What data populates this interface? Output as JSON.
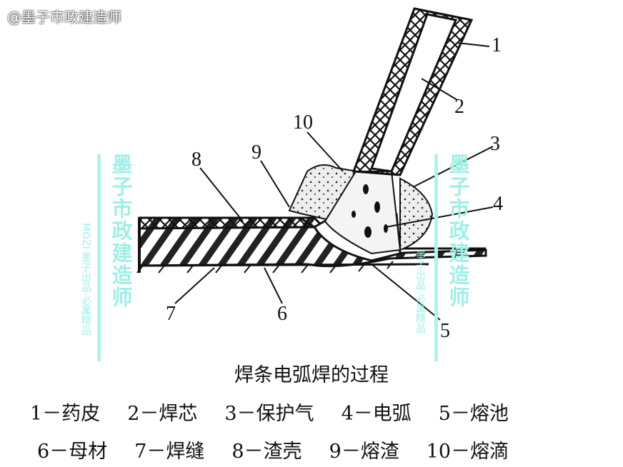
{
  "diagram": {
    "labels": [
      "1",
      "2",
      "3",
      "4",
      "5",
      "6",
      "7",
      "8",
      "9",
      "10"
    ]
  },
  "caption": {
    "title": "焊条电弧焊的过程",
    "legend_row1": [
      "1－药皮",
      "2－焊芯",
      "3－保护气",
      "4－电弧",
      "5－熔池"
    ],
    "legend_row2": [
      "6－母材",
      "7－焊缝",
      "8－渣壳",
      "9－熔渣",
      "10－熔滴"
    ]
  },
  "watermark": {
    "left_big": "墨子市政建造师",
    "left_small": "MOZI·墨子出品·必属精品",
    "right_big": "墨子市政建造师",
    "right_small": "墨子出品·必属精品",
    "credit": "@墨子市政建造师",
    "color": "#9fefe6"
  }
}
